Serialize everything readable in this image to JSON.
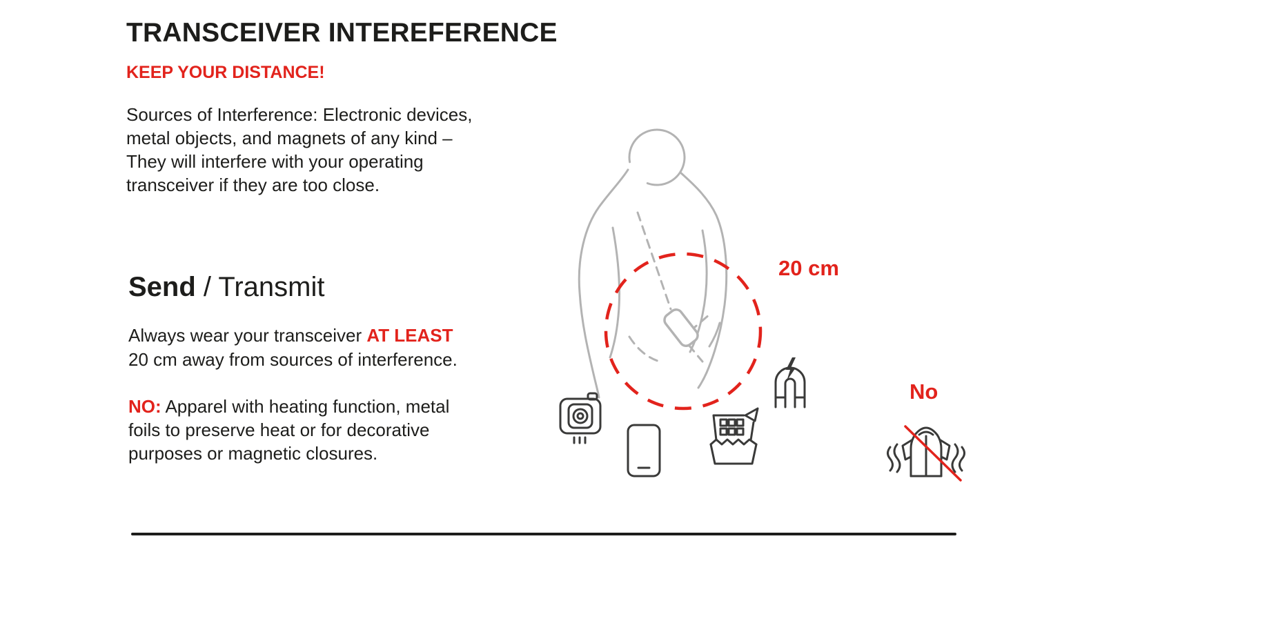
{
  "header": {
    "title": "TRANSCEIVER INTEREFERENCE",
    "subtitle": "KEEP YOUR DISTANCE!"
  },
  "intro": {
    "text": "Sources of Interference: Electronic devices,\nmetal objects, and magnets of any kind –\nThey will interfere with your operating\ntransceiver if they are too close."
  },
  "section": {
    "heading_bold": "Send",
    "heading_rest": " / Transmit",
    "body_pre": "Always wear your transceiver ",
    "body_emphasis": "AT LEAST",
    "body_post": "\n20 cm away from sources of interference."
  },
  "warning": {
    "label": "NO:",
    "text": " Apparel with heating function, metal\nfoils to preserve heat or for decorative\npurposes or magnetic closures."
  },
  "illustration": {
    "distance_label": "20 cm",
    "no_label": "No",
    "icons": [
      "torso-with-transceiver",
      "safe-distance-circle",
      "action-camera-icon",
      "smartphone-icon",
      "foil-snack-bar-icon",
      "magnet-icon",
      "heated-jacket-prohibited-icon"
    ]
  },
  "colors": {
    "accent_red": "#e2231c",
    "text_black": "#1d1d1b",
    "figure_gray": "#b3b3b3",
    "icon_gray": "#3a3a39"
  }
}
